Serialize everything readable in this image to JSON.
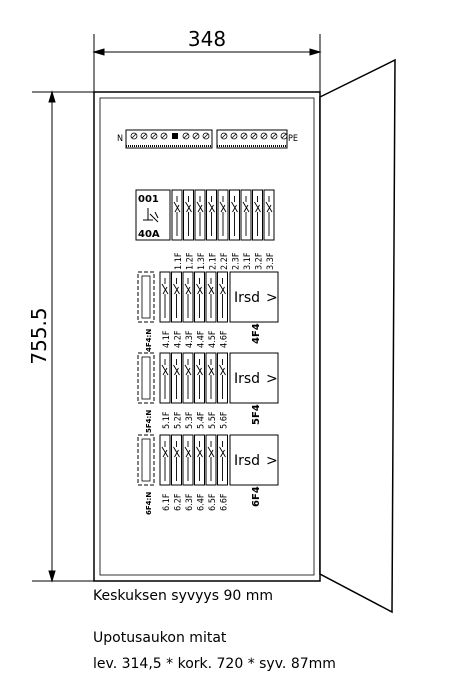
{
  "dimensions": {
    "width": "348",
    "height": "755.5"
  },
  "terminal_strip": {
    "neutral_label": "N",
    "pe_label": "PE"
  },
  "main_breaker": {
    "id": "001",
    "rating": "40A",
    "circuits": [
      "1.1F",
      "1.2F",
      "1.3F",
      "2.1F",
      "2.2F",
      "2.3F",
      "3.1F",
      "3.2F",
      "3.3F"
    ]
  },
  "groups": [
    {
      "neutral": "4F4:N",
      "name": "4F4",
      "device": "Irsd",
      "arrow": ">",
      "circuits": [
        "4.1F",
        "4.2F",
        "4.3F",
        "4.4F",
        "4.5F",
        "4.6F"
      ]
    },
    {
      "neutral": "5F4:N",
      "name": "5F4",
      "device": "Irsd",
      "arrow": ">",
      "circuits": [
        "5.1F",
        "5.2F",
        "5.3F",
        "5.4F",
        "5.5F",
        "5.6F"
      ]
    },
    {
      "neutral": "6F4:N",
      "name": "6F4",
      "device": "Irsd",
      "arrow": ">",
      "circuits": [
        "6.1F",
        "6.2F",
        "6.3F",
        "6.4F",
        "6.5F",
        "6.6F"
      ]
    }
  ],
  "notes": {
    "depth": "Keskuksen syvyys 90 mm",
    "cutout_title": "Upotusaukon mitat",
    "cutout_dims": "lev. 314,5 * kork. 720 * syv. 87mm"
  }
}
